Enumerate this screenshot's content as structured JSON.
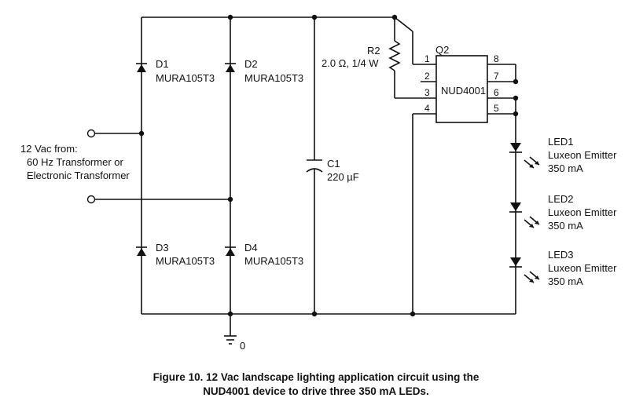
{
  "diagram": {
    "input_label": [
      "12 Vac from:",
      "60 Hz Transformer or",
      "Electronic Transformer"
    ],
    "diodes": [
      {
        "ref": "D1",
        "part": "MURA105T3"
      },
      {
        "ref": "D2",
        "part": "MURA105T3"
      },
      {
        "ref": "D3",
        "part": "MURA105T3"
      },
      {
        "ref": "D4",
        "part": "MURA105T3"
      }
    ],
    "capacitor": {
      "ref": "C1",
      "value": "220 µF"
    },
    "resistor": {
      "ref": "R2",
      "value": "2.0 Ω, 1/4 W"
    },
    "ic": {
      "ref": "Q2",
      "name": "NUD4001",
      "pins_left": [
        "1",
        "2",
        "3",
        "4"
      ],
      "pins_right": [
        "8",
        "7",
        "6",
        "5"
      ]
    },
    "leds": [
      {
        "ref": "LED1",
        "type": "Luxeon Emitter",
        "current": "350 mA"
      },
      {
        "ref": "LED2",
        "type": "Luxeon Emitter",
        "current": "350 mA"
      },
      {
        "ref": "LED3",
        "type": "Luxeon Emitter",
        "current": "350 mA"
      }
    ],
    "ground_label": "0"
  },
  "caption": {
    "line1": "Figure 10. 12 Vac landscape lighting application circuit using the",
    "line2": "NUD4001 device to drive three 350 mA LEDs."
  }
}
